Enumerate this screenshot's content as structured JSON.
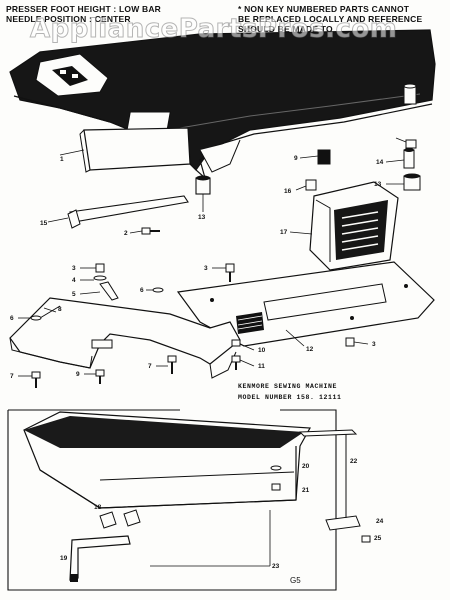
{
  "header": {
    "left_line1": "PRESSER FOOT HEIGHT : LOW BAR",
    "left_line2": "NEEDLE POSITION : CENTER",
    "right_line1": "* NON KEY NUMBERED PARTS CANNOT",
    "right_line2": "BE REPLACED LOCALLY AND REFERENCE",
    "right_line3": "SHOULD BE MADE TO"
  },
  "watermark": "AppliancePartsPros.com",
  "caption": {
    "line1": "KENMORE SEWING MACHINE",
    "line2": "MODEL NUMBER 158. 12111"
  },
  "page_code": "G5",
  "callouts": {
    "c1": "1",
    "c2": "2",
    "c3a": "3",
    "c3b": "3",
    "c3c": "3",
    "c4": "4",
    "c5": "5",
    "c6a": "6",
    "c6b": "6",
    "c7a": "7",
    "c7b": "7",
    "c8": "8",
    "c9a": "9",
    "c9b": "9",
    "c10": "10",
    "c11": "11",
    "c12": "12",
    "c13a": "13",
    "c13b": "13",
    "c14": "14",
    "c15": "15",
    "c16": "16",
    "c17": "17",
    "c18": "18",
    "c19": "19",
    "c20": "20",
    "c21": "21",
    "c22": "22",
    "c23": "23",
    "c24": "24",
    "c25": "25"
  },
  "colors": {
    "ink": "#111111",
    "paper": "#fdfdfb",
    "body": "#1a1a1a"
  }
}
